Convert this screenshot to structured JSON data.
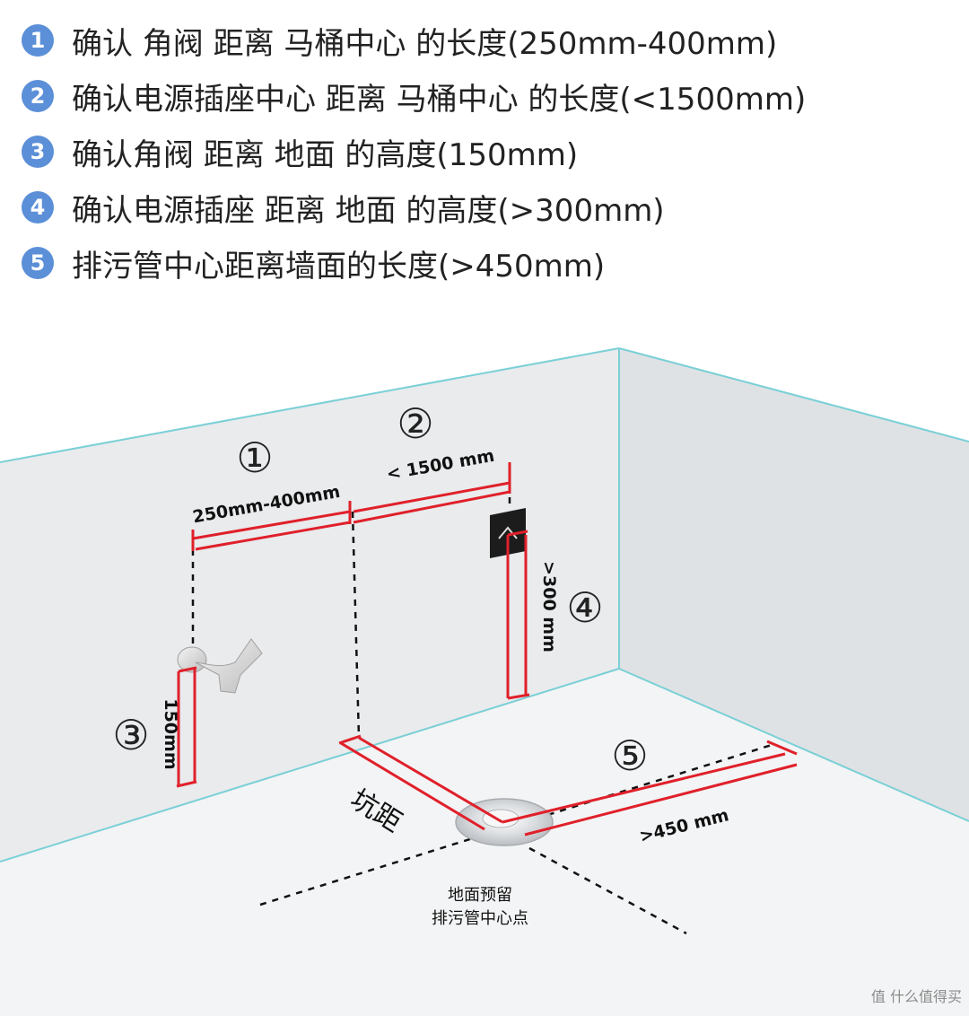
{
  "legend": [
    {
      "num": "1",
      "text": "确认 角阀 距离 马桶中心 的长度(250mm-400mm)"
    },
    {
      "num": "2",
      "text": "确认电源插座中心 距离 马桶中心 的长度(<1500mm)"
    },
    {
      "num": "3",
      "text": "确认角阀 距离 地面 的高度(150mm)"
    },
    {
      "num": "4",
      "text": "确认电源插座 距离 地面 的高度(>300mm)"
    },
    {
      "num": "5",
      "text": "排污管中心距离墙面的长度(>450mm)"
    }
  ],
  "diagram": {
    "markers": {
      "m1": "①",
      "m2": "②",
      "m3": "③",
      "m4": "④",
      "m5": "⑤"
    },
    "dimensions": {
      "d1": "250mm-400mm",
      "d2": "< 1500 mm",
      "d3": "150mm",
      "d4": ">300 mm",
      "d5": ">450 mm"
    },
    "pit_distance": "坑距",
    "floor_point_line1": "地面预留",
    "floor_point_line2": "排污管中心点"
  },
  "watermark": "值 什么值得买",
  "colors": {
    "accent_red": "#e0202a",
    "badge_blue": "#5b8fd8",
    "wall": "#e9ebed",
    "floor": "#f3f4f5"
  }
}
